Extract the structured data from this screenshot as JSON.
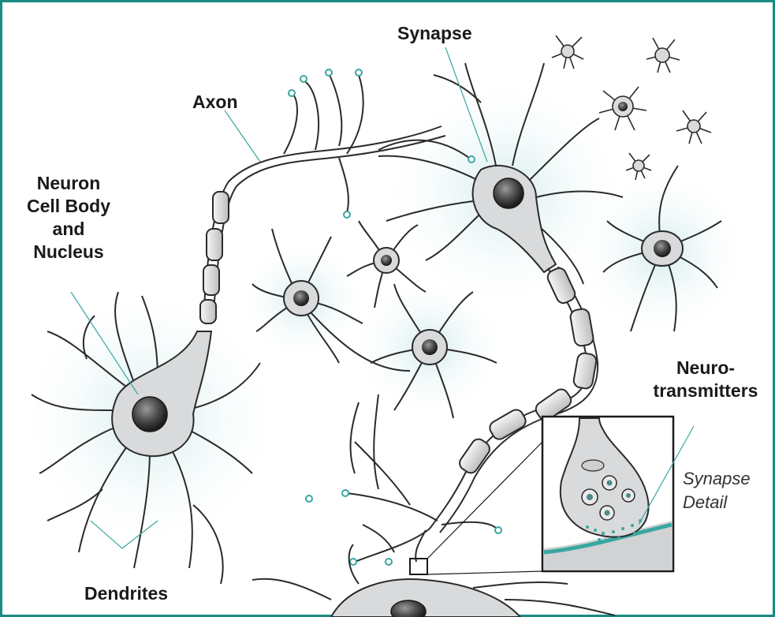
{
  "labels": {
    "synapse": "Synapse",
    "axon": "Axon",
    "neuron_cell_body": [
      "Neuron",
      "Cell Body",
      "and",
      "Nucleus"
    ],
    "neurotransmitters": [
      "Neuro-",
      "transmitters"
    ],
    "synapse_detail": [
      "Synapse",
      "Detail"
    ],
    "dendrites": "Dendrites"
  },
  "colors": {
    "frame": "#1a8a85",
    "accent": "#3aa6a0",
    "stroke": "#2b2b2b",
    "cell_fill": "#d8dadb",
    "glow": "#d6eeee"
  }
}
